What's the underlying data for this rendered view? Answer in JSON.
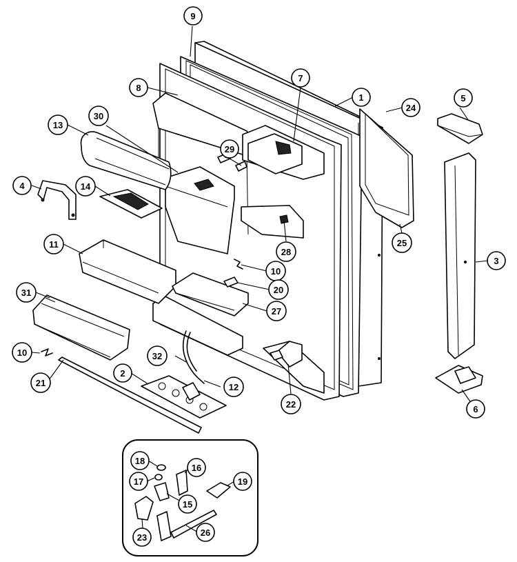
{
  "parts": [
    {
      "key": "p1",
      "label": "1",
      "name": "door-outer-panel"
    },
    {
      "key": "p2",
      "label": "2",
      "name": "egg-tray"
    },
    {
      "key": "p3",
      "label": "3",
      "name": "handle"
    },
    {
      "key": "p4",
      "label": "4",
      "name": "shelf-retainer"
    },
    {
      "key": "p5",
      "label": "5",
      "name": "handle-cap-top"
    },
    {
      "key": "p6",
      "label": "6",
      "name": "handle-cap-bottom"
    },
    {
      "key": "p7",
      "label": "7",
      "name": "dairy-door-hinge"
    },
    {
      "key": "p8",
      "label": "8",
      "name": "door-liner"
    },
    {
      "key": "p9",
      "label": "9",
      "name": "door-gasket"
    },
    {
      "key": "p10a",
      "label": "10",
      "name": "screw-upper"
    },
    {
      "key": "p10b",
      "label": "10",
      "name": "screw-lower"
    },
    {
      "key": "p11",
      "label": "11",
      "name": "door-bin-upper"
    },
    {
      "key": "p12",
      "label": "12",
      "name": "wire-harness"
    },
    {
      "key": "p13",
      "label": "13",
      "name": "shelf-cover"
    },
    {
      "key": "p14",
      "label": "14",
      "name": "butter-dish"
    },
    {
      "key": "p15",
      "label": "15",
      "name": "hinge-pin"
    },
    {
      "key": "p16",
      "label": "16",
      "name": "hinge-bracket"
    },
    {
      "key": "p17",
      "label": "17",
      "name": "bushing"
    },
    {
      "key": "p18",
      "label": "18",
      "name": "washer"
    },
    {
      "key": "p19",
      "label": "19",
      "name": "door-stop"
    },
    {
      "key": "p20",
      "label": "20",
      "name": "clip"
    },
    {
      "key": "p21",
      "label": "21",
      "name": "trim-strip"
    },
    {
      "key": "p22",
      "label": "22",
      "name": "door-closer-cam"
    },
    {
      "key": "p23",
      "label": "23",
      "name": "hinge-lower"
    },
    {
      "key": "p24",
      "label": "24",
      "name": "insulation-panel"
    },
    {
      "key": "p25",
      "label": "25",
      "name": "retainer"
    },
    {
      "key": "p26",
      "label": "26",
      "name": "hinge-plate"
    },
    {
      "key": "p27",
      "label": "27",
      "name": "door-bin-middle"
    },
    {
      "key": "p28",
      "label": "28",
      "name": "switch"
    },
    {
      "key": "p29",
      "label": "29",
      "name": "mounting-screws"
    },
    {
      "key": "p30",
      "label": "30",
      "name": "dairy-compartment"
    },
    {
      "key": "p31",
      "label": "31",
      "name": "door-bin-lower"
    },
    {
      "key": "p32",
      "label": "32",
      "name": "wire-tie"
    }
  ]
}
